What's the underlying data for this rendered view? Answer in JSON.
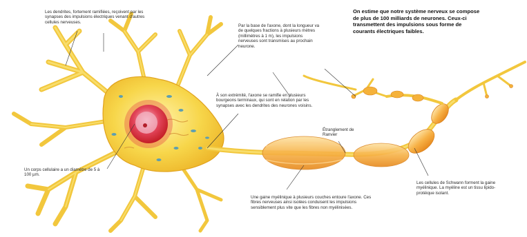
{
  "intro_text": "On estime que notre système nerveux se compose de plus de 100 milliards de neurones. Ceux-ci transmettent des impulsions sous forme de courants électriques faibles.",
  "annotations": {
    "dendrites": "Les dendrites, fortement ramifiées, reçoivent par les synapses des impulsions électriques venant d'autres cellules nerveuses.",
    "axon_base": "Par la base de l'axone, dont la longueur va de quelques fractions à plusieurs mètres (millimètres à 1 m), les impulsions nerveuses sont transmises au prochain neurone.",
    "axon_end": "À son extrémité, l'axone se ramifie en plusieurs bourgeons terminaux, qui sont en relation par les synapses avec les dendrites des neurones voisins.",
    "ranvier": "Étranglement de Ranvier",
    "cell_body": "Un corps cellulaire a un diamètre de 5 à 100 µm.",
    "myelin": "Une gaine myélinique à plusieurs couches entoure l'axone. Ces fibres nerveuses ainsi isolées conduisent les impulsions sensiblement plus vite que les fibres non myélinisées.",
    "schwann": "Les cellules de Schwann forment la gaine myélinique. La myéline est un tissu lipido-protéique isolant."
  },
  "colors": {
    "cell_fill": "#f7d64a",
    "cell_edge": "#e0a21c",
    "nucleus": "#d8262c",
    "nucleolus": "#f3b6c4",
    "myelin": "#f6a531",
    "myelin_light": "#fcd58a",
    "organelle": "#5e9fb0",
    "text": "#2b2b2b"
  }
}
